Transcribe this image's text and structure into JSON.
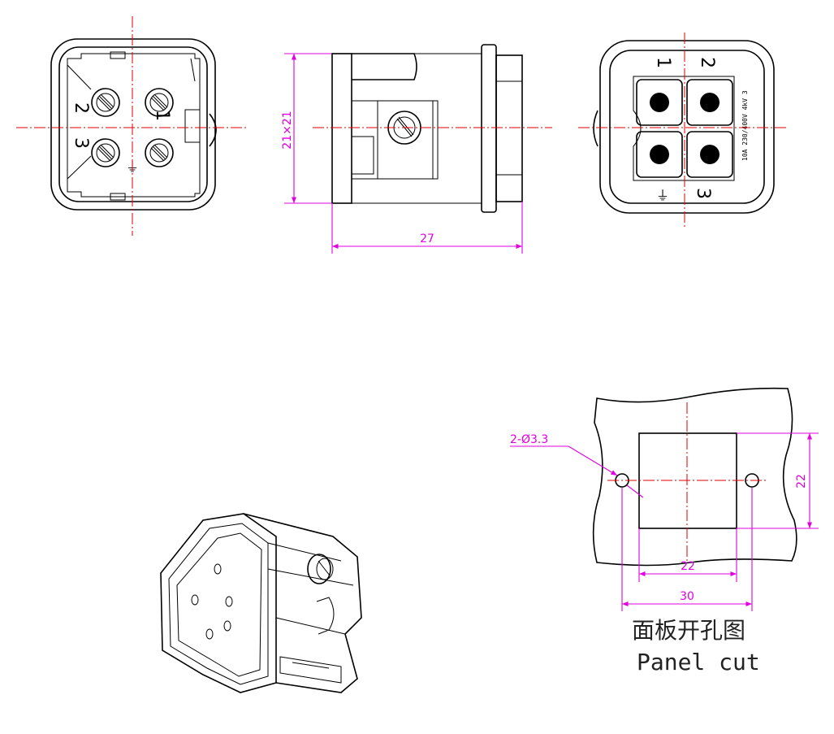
{
  "views": {
    "front": {
      "pins": [
        "1",
        "2",
        "3"
      ],
      "ground_symbol": "⏚"
    },
    "side": {
      "dim_height": "21×21",
      "dim_length": "27"
    },
    "back": {
      "pins": [
        "1",
        "2",
        "3"
      ],
      "rating": "10A 230/400V 4kV 3",
      "ground_symbol": "⏚"
    }
  },
  "panel_cut": {
    "hole_callout": "2-Ø3.3",
    "dim_square_height": "22",
    "dim_square_width": "22",
    "dim_hole_spacing": "30",
    "caption_cn": "面板开孔图",
    "caption_en": "Panel cut"
  },
  "colors": {
    "outline": "#000000",
    "centerline": "#e00000",
    "dimension": "#e000e0"
  }
}
